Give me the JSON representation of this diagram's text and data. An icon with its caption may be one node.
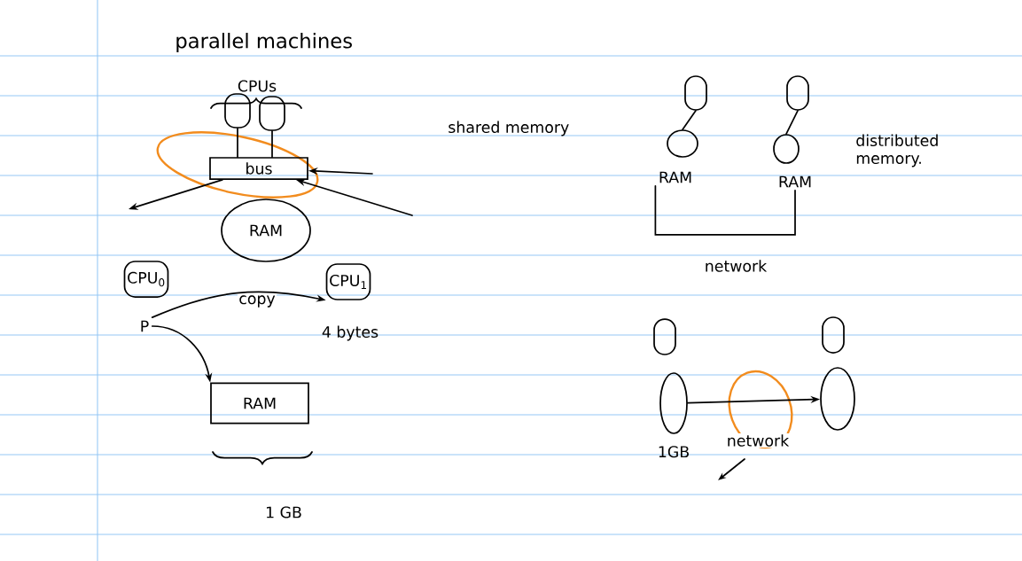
{
  "diagram": {
    "title": "parallel machines",
    "nodes": [
      {
        "text": [],
        "shape": "box"
      },
      {
        "text": [],
        "shape": "box"
      },
      {
        "text": [
          "bus"
        ]
      },
      {
        "text": [
          "RAM"
        ]
      },
      {
        "text": [
          "CPU$_{0}$"
        ]
      },
      {
        "text": [
          "CPU$_{1}$"
        ]
      },
      {
        "text": [
          "P"
        ]
      },
      {
        "text": [
          "RAM"
        ]
      },
      {
        "text": [],
        "shape": "box"
      },
      {
        "text": [],
        "shape": "box"
      },
      {
        "text": [],
        "shape": "circle"
      },
      {
        "text": [],
        "shape": "circle"
      },
      {
        "text": [
          "RAM"
        ]
      },
      {
        "text": [
          "RAM"
        ]
      },
      {
        "text": [],
        "shape": "box"
      },
      {
        "text": [],
        "shape": "box"
      },
      {
        "text": [],
        "shape": "circle",
        "beside": [
          "1GB"
        ]
      },
      {
        "text": [],
        "shape": "circle"
      }
    ],
    "edges": [
      {
        "from": 0,
        "to": 2,
        "arrow": "none"
      },
      {
        "from": 1,
        "to": 2,
        "arrow": "none"
      },
      {
        "from": null,
        "to": 2,
        "arrow": "to"
      },
      {
        "from": null,
        "to": 2,
        "arrow": "to"
      },
      {
        "from": 2,
        "to": null,
        "arrow": "to"
      },
      {
        "from": 6,
        "to": 5,
        "arrow": "to",
        "label": "copy"
      },
      {
        "from": 6,
        "to": 7,
        "arrow": "to"
      },
      {
        "from": 8,
        "to": 10,
        "arrow": "none"
      },
      {
        "from": 9,
        "to": 11,
        "arrow": "none"
      },
      {
        "from": 12,
        "to": 13,
        "arrow": "none",
        "label": "network"
      },
      {
        "from": 16,
        "to": 17,
        "arrow": "to",
        "label": "network"
      }
    ],
    "labels": [
      "CPUs",
      "shared memory",
      "4 bytes",
      "1 GB",
      "distributed memory."
    ]
  }
}
